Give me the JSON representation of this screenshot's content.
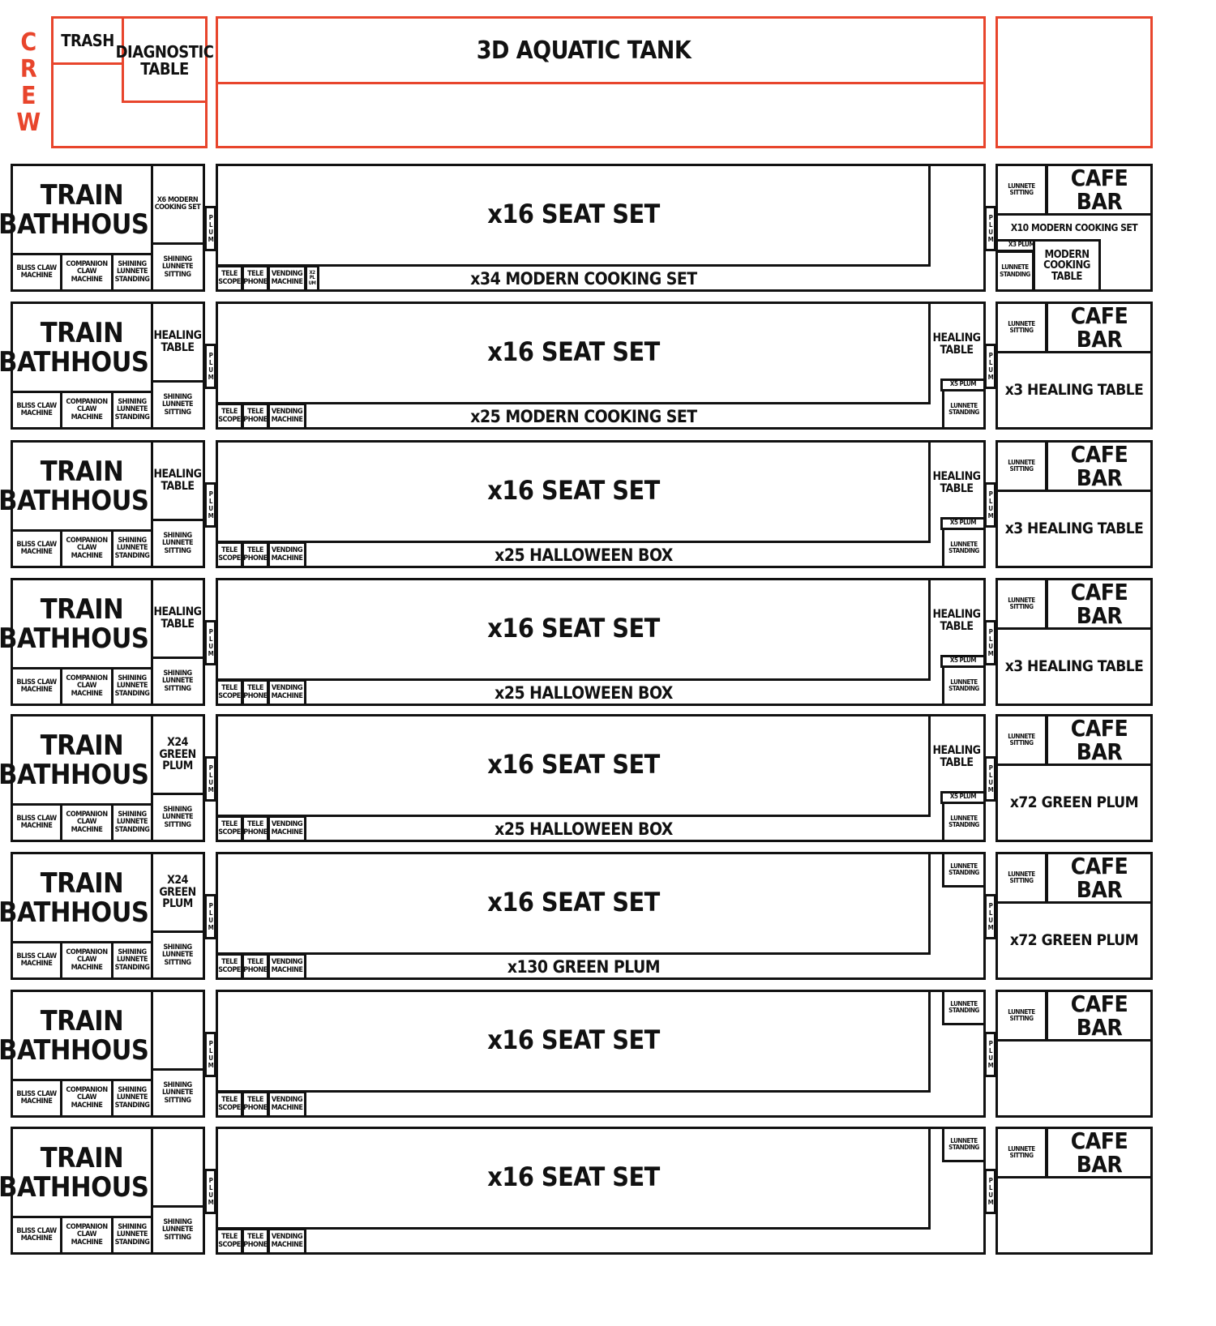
{
  "top": {
    "crew": "CREW",
    "trash": "TRASH",
    "diagnostic_table": "DIAGNOSTIC\nTABLE",
    "aquatic_tank": "3D AQUATIC TANK"
  },
  "common": {
    "train_bathhouse": "TRAIN\nBATHHOUSE",
    "bliss": "BLISS CLAW\nMACHINE",
    "companion": "COMPANION\nCLAW MACHINE",
    "shining_standing": "SHINING\nLUNNETE\nSTANDING",
    "shining_sitting": "SHINING\nLUNNETE\nSITTING",
    "plum_v": "PLUM",
    "seat_set": "x16 SEAT SET",
    "tele_scope": "TELE\nSCOPE",
    "tele_phone": "TELE\nPHONE",
    "vending": "VENDING\nMACHINE",
    "cafe_bar": "CAFE BAR",
    "lunnete_sitting": "LUNNETE\nSITTING",
    "lunnete_standing": "LUNNETE\nSTANDING",
    "healing_table": "HEALING\nTABLE",
    "x5_plum": "x5 PLUM"
  },
  "rows": [
    {
      "left_top": "x6 MODERN\nCOOKING SET",
      "bottom": "x34 MODERN COOKING SET",
      "x2_plum": "x2\nPL\nUM",
      "right_mid": "x10 MODERN COOKING SET",
      "right_x3_plum": "x3 PLUM",
      "right_modern_table": "MODERN\nCOOKING\nTABLE"
    },
    {
      "left_top": "HEALING\nTABLE",
      "bottom": "x25 MODERN COOKING SET",
      "right_main": "x3 HEALING TABLE"
    },
    {
      "left_top": "HEALING\nTABLE",
      "bottom": "x25 HALLOWEEN BOX",
      "right_main": "x3 HEALING TABLE"
    },
    {
      "left_top": "HEALING\nTABLE",
      "bottom": "x25 HALLOWEEN BOX",
      "right_main": "x3 HEALING TABLE"
    },
    {
      "left_top": "x24\nGREEN\nPLUM",
      "bottom": "x25 HALLOWEEN BOX",
      "right_main": "x72 GREEN PLUM"
    },
    {
      "left_top": "x24\nGREEN\nPLUM",
      "bottom": "x130 GREEN PLUM",
      "right_main": "x72 GREEN PLUM"
    },
    {
      "left_top": "",
      "bottom": "",
      "right_main": ""
    },
    {
      "left_top": "",
      "bottom": "",
      "right_main": ""
    }
  ]
}
